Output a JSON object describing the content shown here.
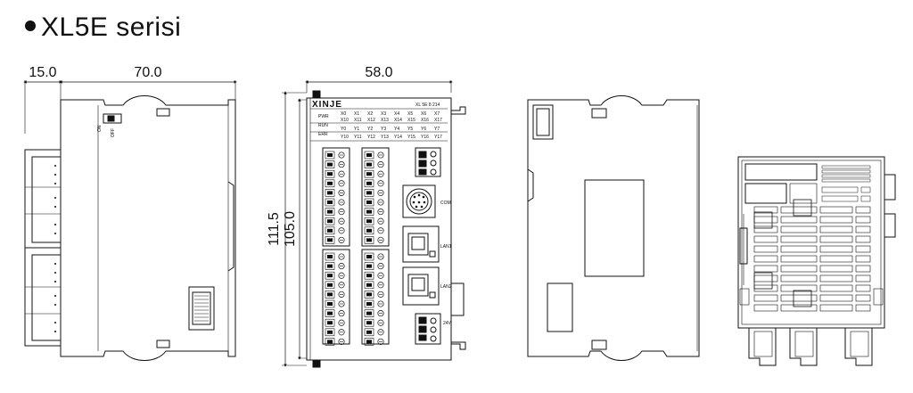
{
  "title": "XL5E serisi",
  "dimensions": {
    "side_depth_small": "15.0",
    "side_depth_main": "70.0",
    "front_width": "58.0",
    "front_height_outer": "111.5",
    "front_height_inner": "105.0"
  },
  "front_panel": {
    "brand": "XINJE",
    "model": "XL 5E 8 214",
    "status_labels": [
      "PWR",
      "RUN",
      "ERR"
    ],
    "input_row_labels": [
      "X0",
      "X1",
      "X2",
      "X3",
      "X4",
      "X5",
      "X6",
      "X7"
    ],
    "input_row2_labels": [
      "X10",
      "X11",
      "X12",
      "X13",
      "X14",
      "X15",
      "X16",
      "X17"
    ],
    "output_row_labels": [
      "Y0",
      "Y1",
      "Y2",
      "Y3",
      "Y4",
      "Y5",
      "Y6",
      "Y7"
    ],
    "output_row2_labels": [
      "Y10",
      "Y11",
      "Y12",
      "Y13",
      "Y14",
      "Y15",
      "Y16",
      "Y17"
    ],
    "port_labels": {
      "com": "COM",
      "lan1": "LAN1",
      "lan2": "LAN2",
      "power_in": "24V"
    }
  },
  "side_panel": {
    "switch_on": "ON",
    "switch_off": "OFF"
  }
}
